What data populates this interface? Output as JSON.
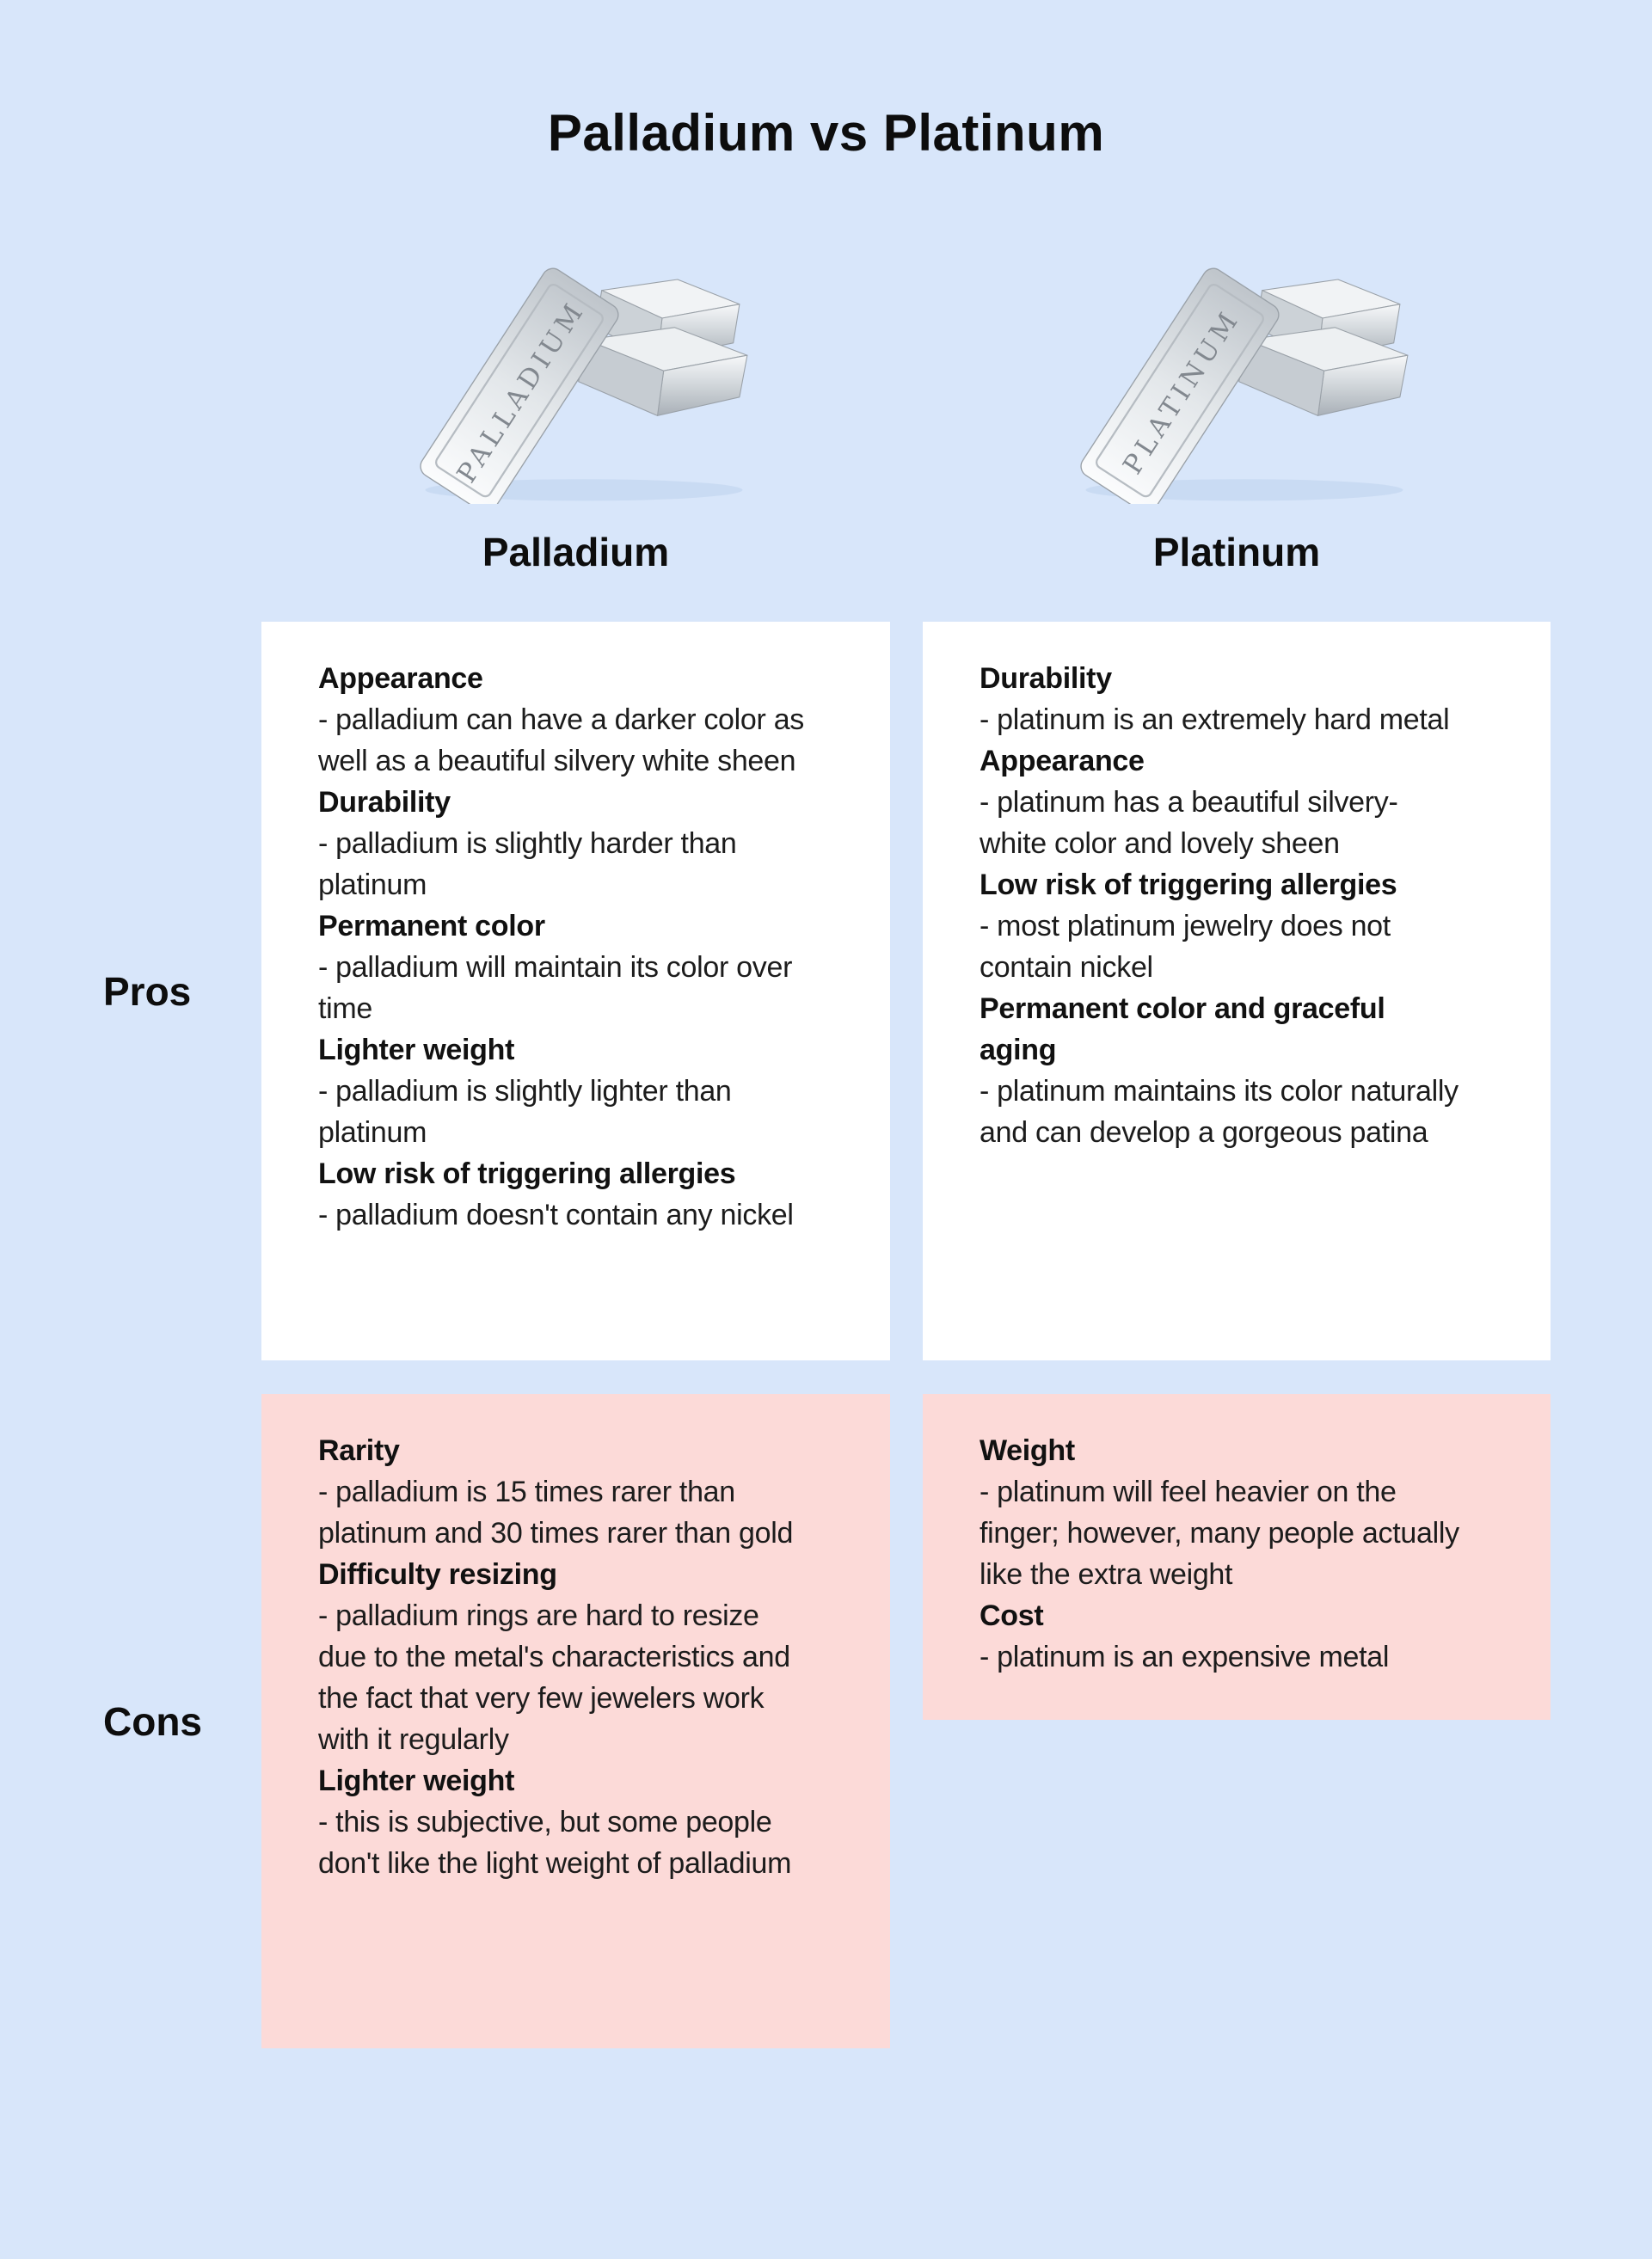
{
  "page": {
    "title": "Palladium vs Platinum"
  },
  "columns": [
    {
      "header": "Palladium",
      "ingot_text": "PALLADIUM"
    },
    {
      "header": "Platinum",
      "ingot_text": "PLATINUM"
    }
  ],
  "row_labels": {
    "pros": "Pros",
    "cons": "Cons"
  },
  "sections": {
    "pros_palladium": [
      {
        "heading": "Appearance",
        "detail": "- palladium can have a darker color as well as a beautiful silvery white sheen"
      },
      {
        "heading": "Durability",
        "detail": "- palladium is slightly harder than platinum"
      },
      {
        "heading": "Permanent color",
        "detail": "- palladium will maintain its color over time"
      },
      {
        "heading": "Lighter weight",
        "detail": "- palladium is slightly lighter than platinum"
      },
      {
        "heading": "Low risk of triggering allergies",
        "detail": "- palladium doesn't contain any nickel"
      }
    ],
    "pros_platinum": [
      {
        "heading": "Durability",
        "detail": "- platinum is an extremely hard metal"
      },
      {
        "heading": "Appearance",
        "detail": "- platinum has a beautiful silvery-white color and lovely sheen"
      },
      {
        "heading": "Low risk of triggering allergies",
        "detail": "- most platinum jewelry does not contain nickel"
      },
      {
        "heading": "Permanent color and graceful aging",
        "detail": "- platinum maintains its color naturally and can develop a gorgeous patina"
      }
    ],
    "cons_palladium": [
      {
        "heading": "Rarity",
        "detail": "- palladium is 15 times rarer than platinum and 30 times rarer than gold"
      },
      {
        "heading": "Difficulty resizing",
        "detail": "- palladium rings are hard to resize due to the metal's characteristics and the fact that very few jewelers work with it regularly"
      },
      {
        "heading": "Lighter weight",
        "detail": "- this is subjective, but some people don't like the light weight of palladium"
      }
    ],
    "cons_platinum": [
      {
        "heading": "Weight",
        "detail": "- platinum will feel heavier on the finger; however, many people actually like the extra weight"
      },
      {
        "heading": "Cost",
        "detail": "- platinum is an expensive metal"
      }
    ]
  },
  "colors": {
    "background": "#d8e6fa",
    "pros_box": "#ffffff",
    "cons_box": "#fcdad8",
    "text": "#1c1c1c"
  }
}
